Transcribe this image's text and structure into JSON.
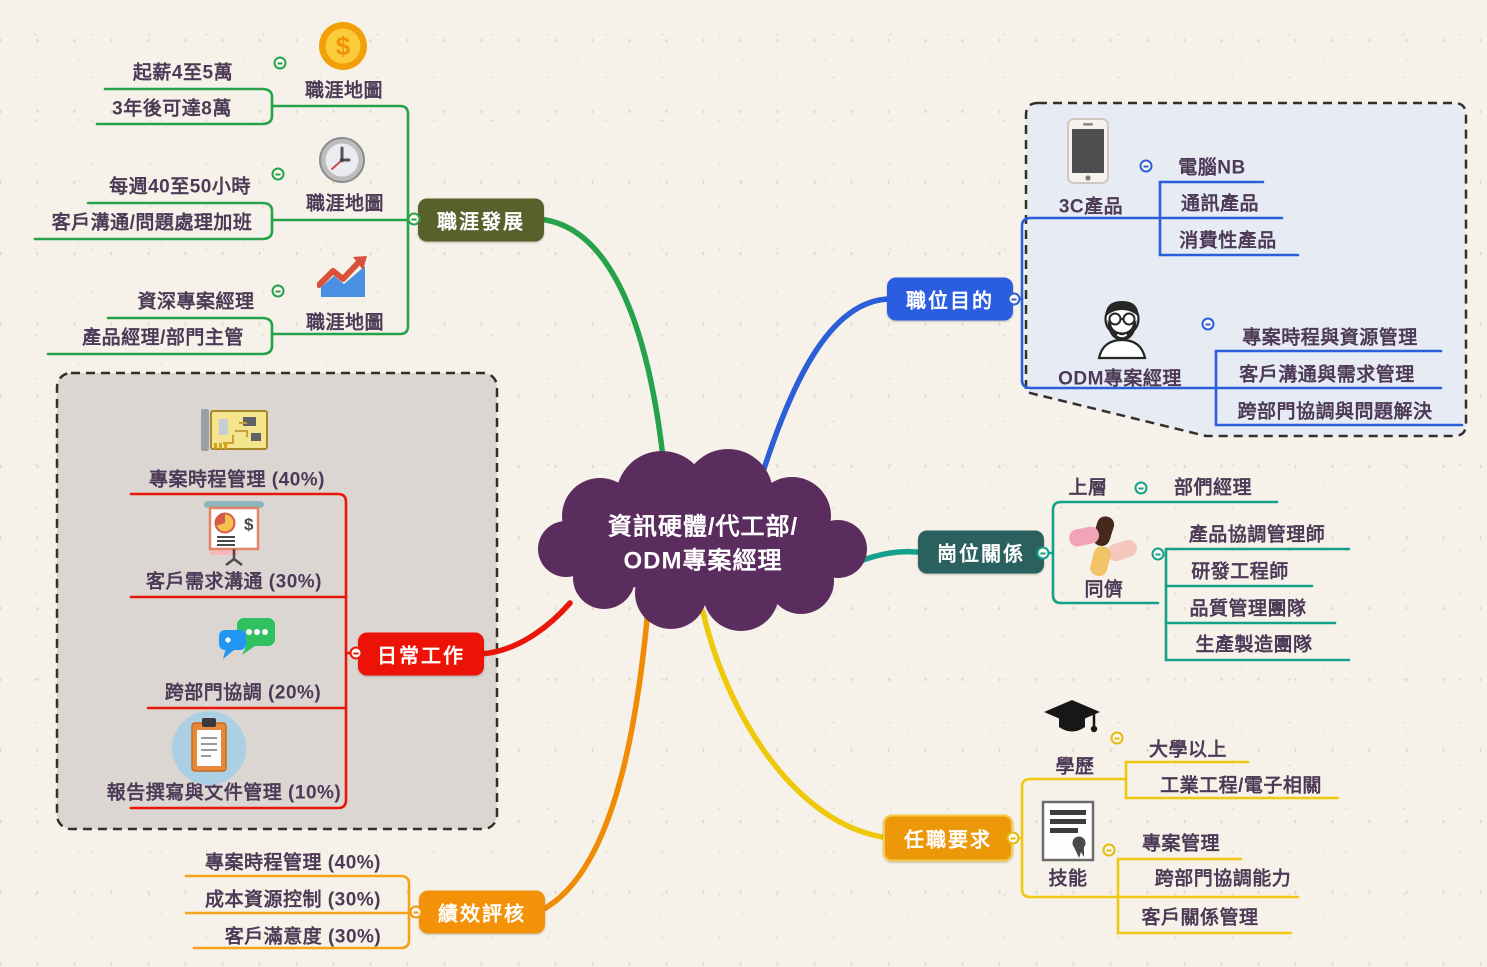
{
  "central": {
    "line1": "資訊硬體/代工部/",
    "line2": "ODM專案經理",
    "color": "#5b2c5e"
  },
  "branches": {
    "career": {
      "label": "職涯發展",
      "color": "#57612c",
      "line_color": "#26a24b",
      "groups": [
        {
          "label": "職涯地圖",
          "icon": "gold-coin-icon",
          "items": [
            "起薪4至5萬",
            "3年後可達8萬"
          ]
        },
        {
          "label": "職涯地圖",
          "icon": "clock-icon",
          "items": [
            "每週40至50小時",
            "客戶溝通/問題處理加班"
          ]
        },
        {
          "label": "職涯地圖",
          "icon": "growth-chart-icon",
          "items": [
            "資深專案經理",
            "產品經理/部門主管"
          ]
        }
      ]
    },
    "purpose": {
      "label": "職位目的",
      "color": "#2a5de0",
      "line_color": "#2a5fd8",
      "groups": [
        {
          "label": "3C產品",
          "icon": "smartphone-icon",
          "items": [
            "電腦NB",
            "通訊產品",
            "消費性產品"
          ]
        },
        {
          "label": "ODM專案經理",
          "icon": "manager-avatar-icon",
          "items": [
            "專案時程與資源管理",
            "客戶溝通與需求管理",
            "跨部門協調與問題解決"
          ]
        }
      ]
    },
    "relations": {
      "label": "崗位關係",
      "color": "#2a605e",
      "line_color": "#13a18c",
      "groups": [
        {
          "label": "上層",
          "items": [
            "部們經理"
          ]
        },
        {
          "label": "同儕",
          "icon": "teamwork-hands-icon",
          "items": [
            "產品協調管理師",
            "研發工程師",
            "品質管理團隊",
            "生產製造團隊"
          ]
        }
      ]
    },
    "daily": {
      "label": "日常工作",
      "color": "#ec1306",
      "line_color": "#e8170a",
      "items": [
        {
          "label": "專案時程管理 (40%)",
          "icon": "circuit-board-icon"
        },
        {
          "label": "客戶需求溝通 (30%)",
          "icon": "presentation-icon"
        },
        {
          "label": "跨部門協調 (20%)",
          "icon": "chat-bubbles-icon"
        },
        {
          "label": "報告撰寫與文件管理 (10%)",
          "icon": "clipboard-icon"
        }
      ]
    },
    "performance": {
      "label": "績效評核",
      "color": "#f39208",
      "line_color": "#f5a31c",
      "items": [
        "專案時程管理 (40%)",
        "成本資源控制 (30%)",
        "客戶滿意度 (30%)"
      ]
    },
    "requirements": {
      "label": "任職要求",
      "color": "#ec9808",
      "line_color": "#f0c713",
      "groups": [
        {
          "label": "學歷",
          "icon": "graduation-cap-icon",
          "items": [
            "大學以上",
            "工業工程/電子相關"
          ]
        },
        {
          "label": "技能",
          "icon": "certificate-icon",
          "items": [
            "專案管理",
            "跨部門協調能力",
            "客戶關係管理"
          ]
        }
      ]
    }
  }
}
